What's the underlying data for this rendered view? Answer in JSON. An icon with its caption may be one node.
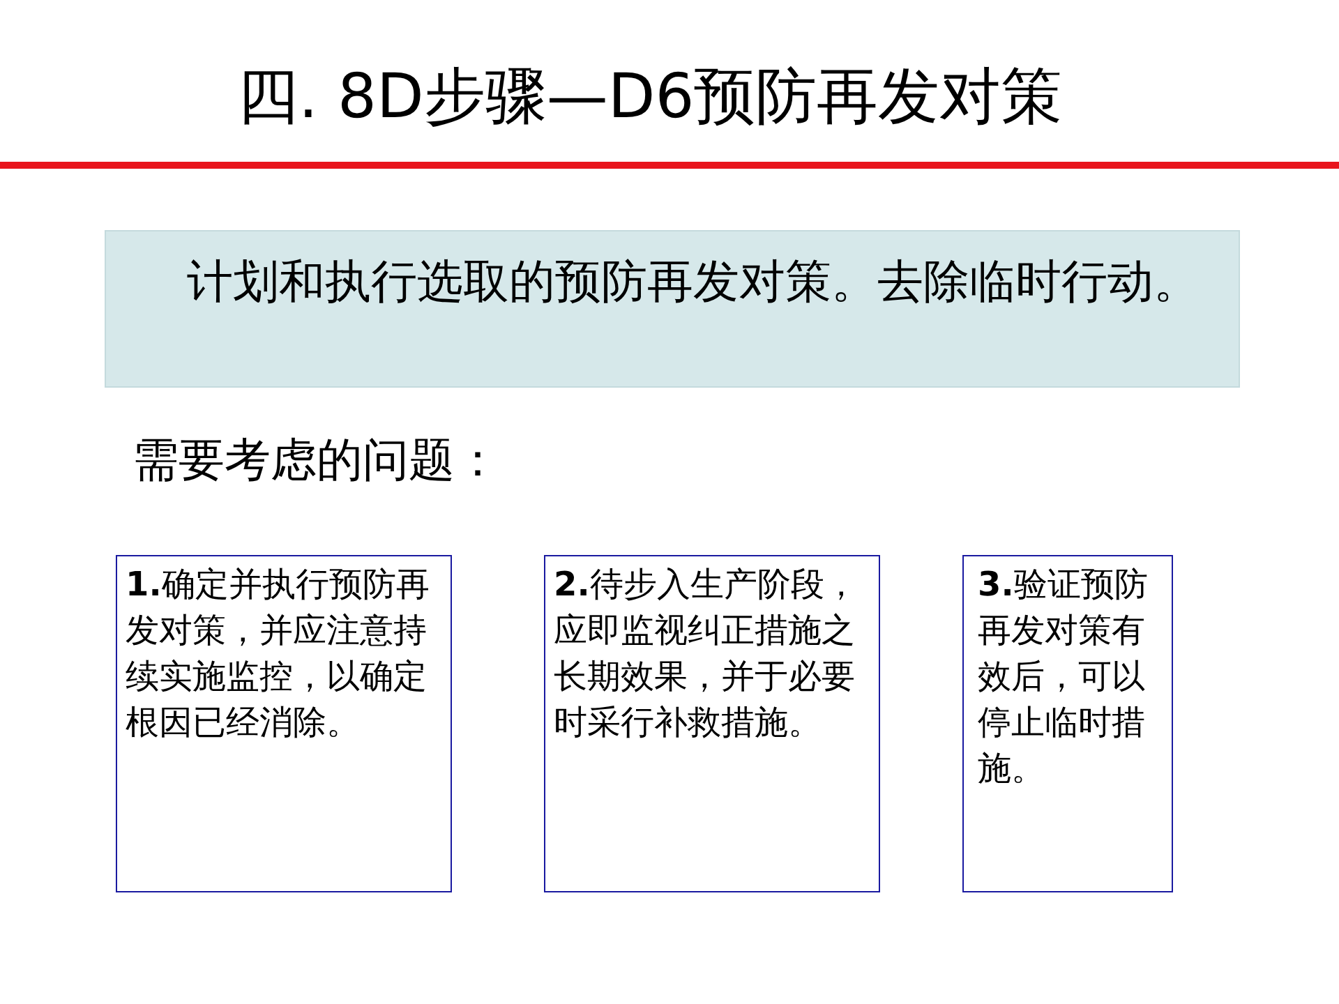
{
  "diagram": {
    "title": "四. 8D步骤—D6预防再发对策",
    "nodes": [
      {
        "text": [
          "计划和执行选取的预防再发对策。去除临时行动。"
        ]
      },
      {
        "text": [
          "**1.**确定并执行预防再发对策，并应注意持续实施监控，以确定根因已经消除。"
        ]
      },
      {
        "text": [
          "**2.**待步入生产阶段，应即监视纠正措施之长期效果，并于必要时采行补救措施。"
        ]
      },
      {
        "text": [
          "**3.**验证预防再发对策有效后，可以停止临时措施。"
        ]
      }
    ],
    "edges": [],
    "labels": [
      "需要考虑的问题："
    ]
  }
}
